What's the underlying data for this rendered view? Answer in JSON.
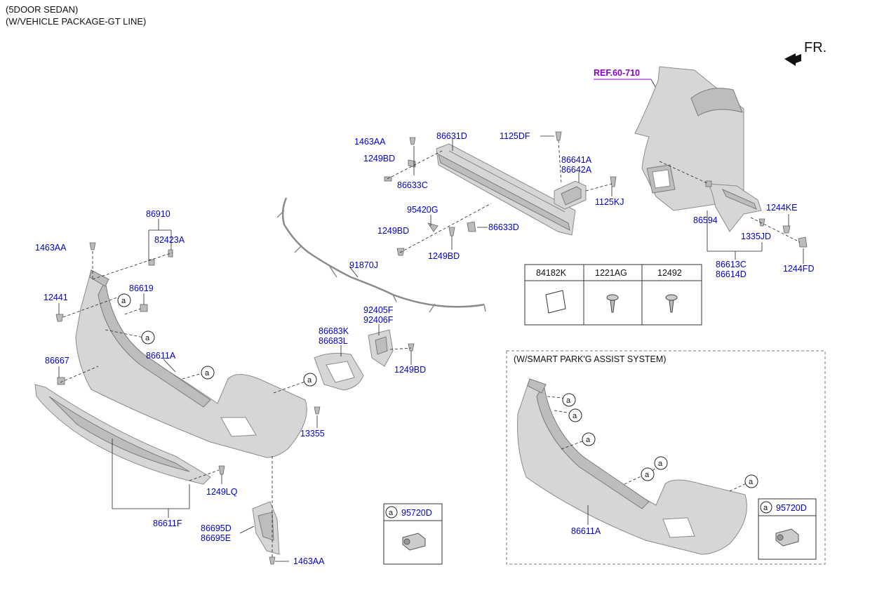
{
  "header": {
    "line1": "(5DOOR SEDAN)",
    "line2": "(W/VEHICLE PACKAGE-GT LINE)"
  },
  "direction": "FR.",
  "ref_label": "REF.60-710",
  "part_labels": {
    "p1463AA_top": "1463AA",
    "p1249BD_top": "1249BD",
    "p86633C": "86633C",
    "p86631D": "86631D",
    "p1125DF": "1125DF",
    "p86641A": "86641A",
    "p86642A": "86642A",
    "p1125KJ": "1125KJ",
    "p95420G": "95420G",
    "p86633D": "86633D",
    "p1249BD_mid": "1249BD",
    "p1249BD_mid2": "1249BD",
    "p86594": "86594",
    "p1244KE": "1244KE",
    "p1335JD": "1335JD",
    "p1244FD": "1244FD",
    "p86613C": "86613C",
    "p86614D": "86614D",
    "p86910": "86910",
    "p82423A": "82423A",
    "p1463AA_left": "1463AA",
    "p86619": "86619",
    "p12441": "12441",
    "p91870J": "91870J",
    "p92405F": "92405F",
    "p92406F": "92406F",
    "p86683K": "86683K",
    "p86683L": "86683L",
    "p1249BD_right": "1249BD",
    "p86667": "86667",
    "p86611A": "86611A",
    "p13355": "13355",
    "p1249LQ": "1249LQ",
    "p86611F": "86611F",
    "p86695D": "86695D",
    "p86695E": "86695E",
    "p1463AA_bottom": "1463AA",
    "p86611A_inset": "86611A"
  },
  "hardware_table": {
    "headers": [
      "84182K",
      "1221AG",
      "12492"
    ]
  },
  "sensor_box_left": {
    "circle": "a",
    "part": "95720D"
  },
  "sensor_box_right": {
    "circle": "a",
    "part": "95720D"
  },
  "inset": {
    "title": "(W/SMART PARK'G ASSIST SYSTEM)"
  },
  "callout_circle": "a"
}
